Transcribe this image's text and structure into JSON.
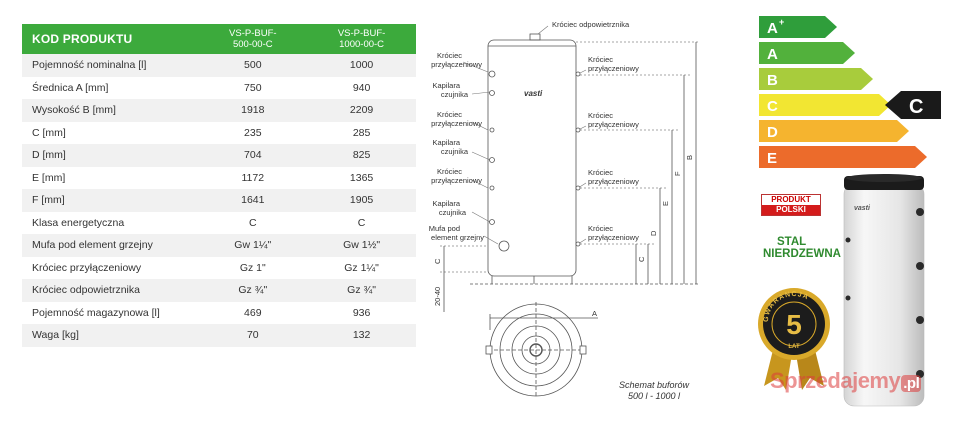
{
  "table": {
    "header": [
      "KOD PRODUKTU",
      "VS-P-BUF-\n500-00-C",
      "VS-P-BUF-\n1000-00-C"
    ],
    "header_lines": [
      [
        "KOD PRODUKTU"
      ],
      [
        "VS-P-BUF-",
        "500-00-C"
      ],
      [
        "VS-P-BUF-",
        "1000-00-C"
      ]
    ],
    "rows": [
      [
        "Pojemność nominalna [l]",
        "500",
        "1000"
      ],
      [
        "Średnica A [mm]",
        "750",
        "940"
      ],
      [
        "Wysokość B [mm]",
        "1918",
        "2209"
      ],
      [
        "C [mm]",
        "235",
        "285"
      ],
      [
        "D [mm]",
        "704",
        "825"
      ],
      [
        "E [mm]",
        "1172",
        "1365"
      ],
      [
        "F [mm]",
        "1641",
        "1905"
      ],
      [
        "Klasa energetyczna",
        "C",
        "C"
      ],
      [
        "Mufa pod element grzejny",
        "Gw 1¼\"",
        "Gw 1½\""
      ],
      [
        "Króciec przyłączeniowy",
        "Gz 1\"",
        "Gz 1¼\""
      ],
      [
        "Króciec odpowietrznika",
        "Gz ¾\"",
        "Gz ¾\""
      ],
      [
        "Pojemność magazynowa [l]",
        "469",
        "936"
      ],
      [
        "Waga [kg]",
        "70",
        "132"
      ]
    ]
  },
  "diagram": {
    "top_label": "Króciec odpowietrznika",
    "left_labels": {
      "conn1": [
        "Króciec",
        "przyłączeniowy"
      ],
      "kap1": [
        "Kapilara",
        "czujnika"
      ],
      "conn2": [
        "Króciec",
        "przyłączeniowy"
      ],
      "kap2": [
        "Kapilara",
        "czujnika"
      ],
      "conn3": [
        "Króciec",
        "przyłączeniowy"
      ],
      "kap3": [
        "Kapilara",
        "czujnika"
      ],
      "mufa": [
        "Mufa pod",
        "element grzejny"
      ]
    },
    "right_labels": {
      "conn1": [
        "Króciec",
        "przyłączeniowy"
      ],
      "conn2": [
        "Króciec",
        "przyłączeniowy"
      ],
      "conn3": [
        "Króciec",
        "przyłączeniowy"
      ],
      "conn4": [
        "Króciec",
        "przyłączeniowy"
      ]
    },
    "dims": [
      "B",
      "F",
      "E",
      "D",
      "C",
      "C",
      "20-40",
      "A"
    ],
    "brand": "vasti",
    "caption": [
      "Schemat buforów",
      "500 l - 1000 l"
    ]
  },
  "energy": {
    "classes": [
      {
        "label": "A",
        "sup": "+",
        "color": "#2f9e3b"
      },
      {
        "label": "A",
        "sup": "",
        "color": "#52b13c"
      },
      {
        "label": "B",
        "sup": "",
        "color": "#a8cc3c"
      },
      {
        "label": "C",
        "sup": "",
        "color": "#f2e632"
      },
      {
        "label": "D",
        "sup": "",
        "color": "#f5b42f"
      },
      {
        "label": "E",
        "sup": "",
        "color": "#ec6b2b"
      }
    ],
    "selected": "C",
    "selected_color": "#1a1a1a"
  },
  "badges": {
    "produkt": "PRODUKT",
    "polski": "POLSKI",
    "stal": [
      "STAL",
      "NIERDZEWNA"
    ],
    "gwarancja": "GWARANCJA",
    "years": "5",
    "lat": "LAT"
  },
  "product": {
    "brand": "vasti"
  },
  "watermark": {
    "text": "Sprzedajemy",
    "suffix": ".pl"
  }
}
